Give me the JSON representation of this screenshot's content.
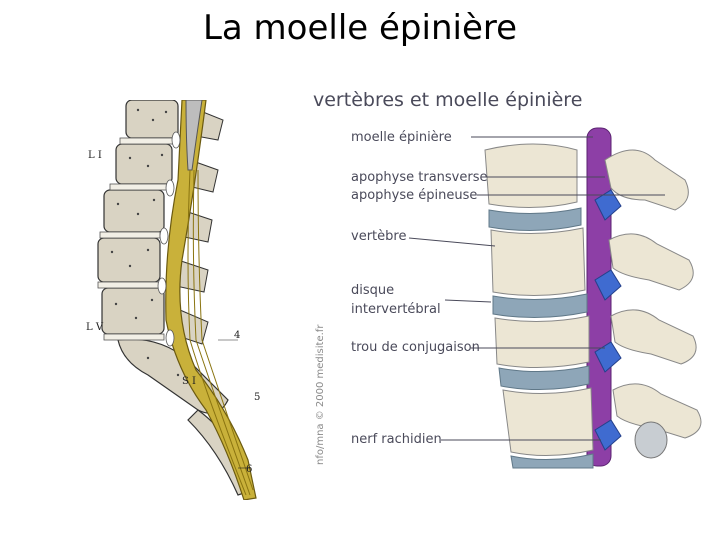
{
  "slide": {
    "title": "La moelle épinière"
  },
  "left_figure": {
    "vertebra_marks": [
      "L I",
      "L V",
      "S I"
    ],
    "number_marks": [
      "4",
      "5",
      "6"
    ]
  },
  "right_figure": {
    "heading": "vertèbres et moelle épinière",
    "watermark": "nfo/mna © 2000 medisite.fr",
    "labels": {
      "moelle": "moelle épinière",
      "apo_transverse": "apophyse transverse",
      "apo_epineuse": "apophyse épineuse",
      "vertebre": "vertèbre",
      "disque_1": "disque",
      "disque_2": "intervertébral",
      "trou": "trou de conjugaison",
      "nerf": "nerf rachidien"
    },
    "colors": {
      "spinal_cord": "#8d3fa6",
      "nerve": "#3f6bd0",
      "disc": "#8ea6b8",
      "bone": "#ece6d4",
      "label_text": "#4a4a5a"
    }
  }
}
